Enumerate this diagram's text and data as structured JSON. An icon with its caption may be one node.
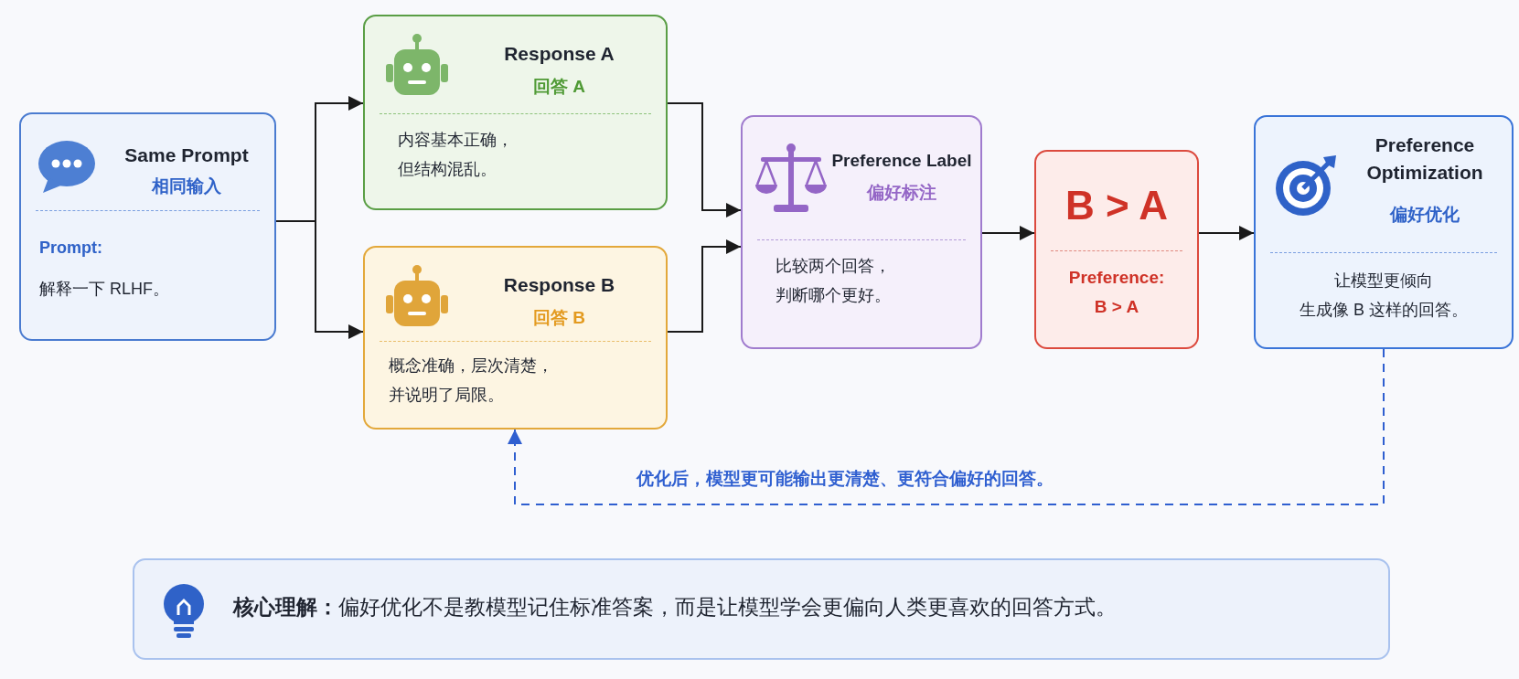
{
  "diagram": {
    "nodes": [
      {
        "text": [
          "Same Prompt",
          "相同输入",
          "Prompt:",
          "解释一下 RLHF。"
        ]
      },
      {
        "text": [
          "Response A",
          "回答 A",
          "内容基本正确，但结构混乱。"
        ]
      },
      {
        "text": [
          "Response B",
          "回答 B",
          "概念准确，层次清楚，并说明了局限。"
        ]
      },
      {
        "text": [
          "Preference Label",
          "偏好标注",
          "比较两个回答，判断哪个更好。"
        ]
      },
      {
        "text": [
          "B > A",
          "Preference: B > A"
        ]
      },
      {
        "text": [
          "Preference Optimization",
          "偏好优化",
          "让模型更倾向生成像 B 这样的回答。"
        ]
      },
      {
        "text": [
          "**核心理解：**偏好优化不是教模型记住标准答案，而是让模型学会更偏向人类更喜欢的回答方式。"
        ]
      }
    ],
    "edges": [
      {
        "from": 0,
        "to": 1,
        "arrow": "to"
      },
      {
        "from": 0,
        "to": 2,
        "arrow": "to"
      },
      {
        "from": 1,
        "to": 3,
        "arrow": "to"
      },
      {
        "from": 2,
        "to": 3,
        "arrow": "to"
      },
      {
        "from": 3,
        "to": 4,
        "arrow": "to"
      },
      {
        "from": 4,
        "to": 5,
        "arrow": "to"
      },
      {
        "from": 5,
        "to": 2,
        "arrow": "to",
        "style": "dashed",
        "color": "#2f5fd0",
        "label": "优化后，模型更可能输出更清楚、更符合偏好的回答。"
      }
    ]
  }
}
